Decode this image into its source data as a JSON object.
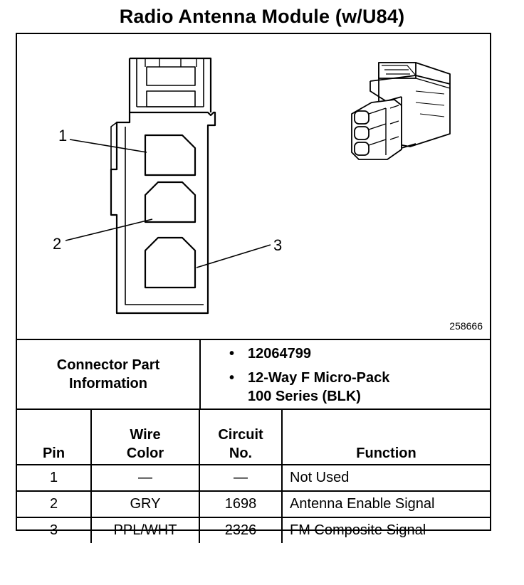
{
  "title": "Radio Antenna Module (w/U84)",
  "diagram": {
    "callouts": [
      "1",
      "2",
      "3"
    ],
    "figure_id": "258666"
  },
  "connector_info": {
    "label_line1": "Connector Part",
    "label_line2": "Information",
    "bullet": "•",
    "part_number": "12064799",
    "description_line1": "12-Way F Micro-Pack",
    "description_line2": "100 Series (BLK)"
  },
  "pin_table": {
    "headers": {
      "pin": "Pin",
      "wire_color_1": "Wire",
      "wire_color_2": "Color",
      "circuit_1": "Circuit",
      "circuit_2": "No.",
      "function": "Function"
    },
    "rows": [
      {
        "pin": "1",
        "wire_color": "—",
        "circuit": "—",
        "function": "Not Used"
      },
      {
        "pin": "2",
        "wire_color": "GRY",
        "circuit": "1698",
        "function": "Antenna Enable Signal"
      },
      {
        "pin": "3",
        "wire_color": "PPL/WHT",
        "circuit": "2326",
        "function": "FM Composite Signal"
      }
    ]
  }
}
